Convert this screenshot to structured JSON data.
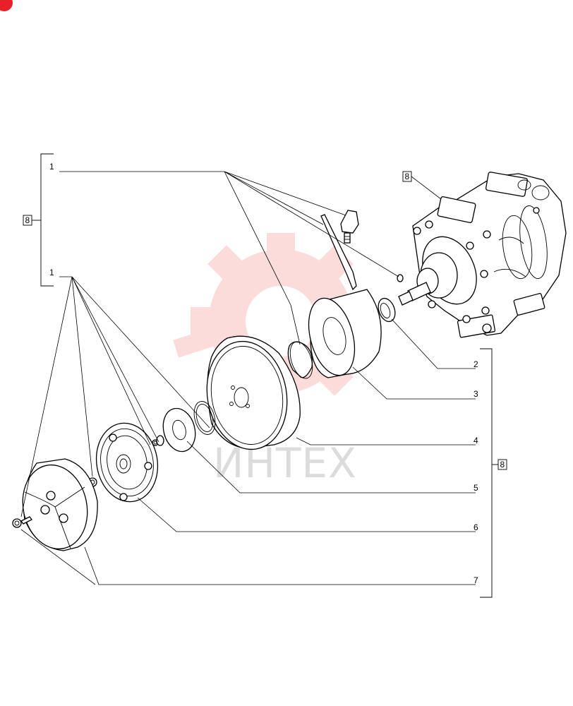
{
  "watermark": {
    "text": "ИНТЕХ",
    "color": "#f04040"
  },
  "brand_mark": {
    "color": "#e8202a"
  },
  "callouts": {
    "left_group": "8",
    "right_group": "8",
    "compressor": "8",
    "item_1_upper": "1",
    "item_1_lower": "1",
    "item_2": "2",
    "item_3": "3",
    "item_4": "4",
    "item_5": "5",
    "item_6": "6",
    "item_7": "7"
  }
}
